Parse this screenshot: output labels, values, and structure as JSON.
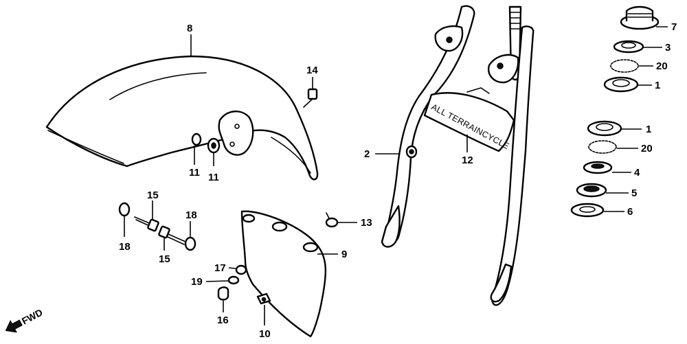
{
  "direction_label": "FWD",
  "frame_stamp": "ALL TERRAINCYCLE",
  "callouts": {
    "c8": "8",
    "c14": "14",
    "c11a": "11",
    "c11b": "11",
    "c15a": "15",
    "c15b": "15",
    "c18a": "18",
    "c18b": "18",
    "c9": "9",
    "c13": "13",
    "c17": "17",
    "c19": "19",
    "c16": "16",
    "c10": "10",
    "c2": "2",
    "c12": "12",
    "c7": "7",
    "c3": "3",
    "c20a": "20",
    "c1a": "1",
    "c1b": "1",
    "c20b": "20",
    "c4": "4",
    "c5": "5",
    "c6": "6"
  }
}
